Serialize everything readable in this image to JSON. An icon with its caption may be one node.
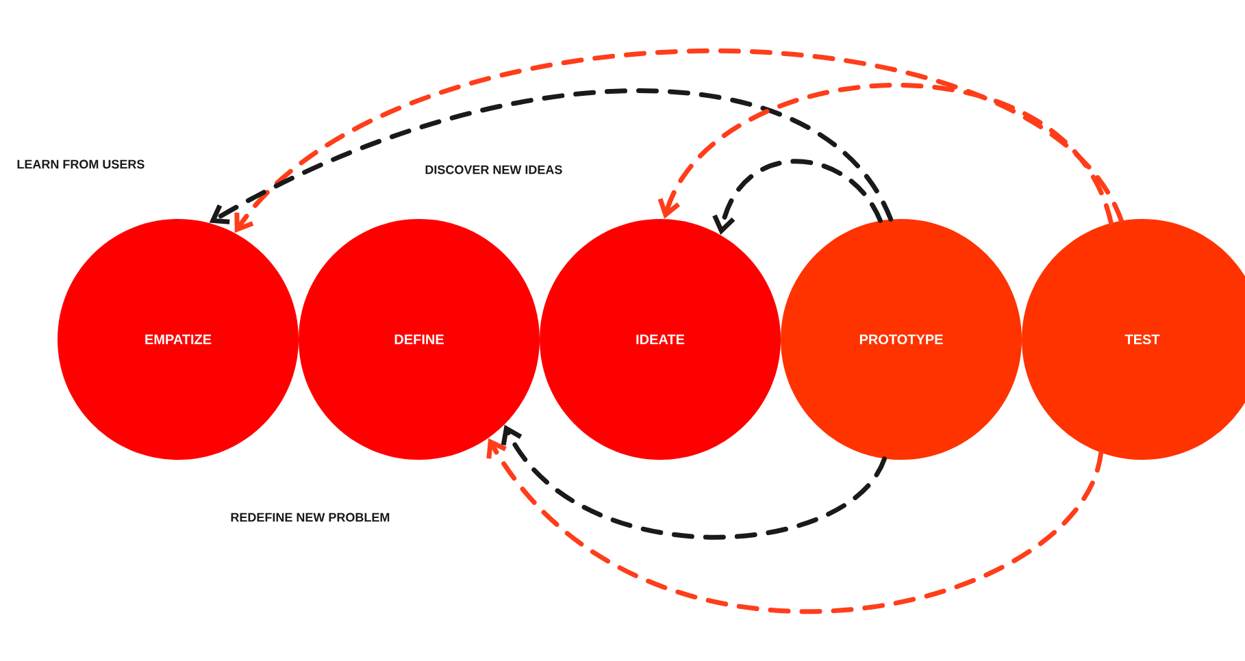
{
  "diagram": {
    "nodes": [
      {
        "text": [
          "EMPATIZE"
        ]
      },
      {
        "text": [
          "DEFINE"
        ]
      },
      {
        "text": [
          "IDEATE"
        ]
      },
      {
        "text": [
          "PROTOTYPE"
        ]
      },
      {
        "text": [
          "TEST"
        ]
      }
    ],
    "edges": [
      {
        "from": 4,
        "to": 0,
        "arrow": "to",
        "style": "dashed"
      },
      {
        "from": 3,
        "to": 0,
        "arrow": "to",
        "style": "dashed",
        "color": "#1a1a1a"
      },
      {
        "from": 4,
        "to": 2,
        "arrow": "to",
        "style": "dashed"
      },
      {
        "from": 3,
        "to": 2,
        "arrow": "to",
        "style": "dashed",
        "color": "#1a1a1a"
      },
      {
        "from": 4,
        "to": 1,
        "arrow": "to",
        "style": "dashed"
      },
      {
        "from": 3,
        "to": 1,
        "arrow": "to",
        "style": "dashed",
        "color": "#1a1a1a"
      }
    ],
    "labels": [
      "LEARN FROM USERS",
      "DISCOVER NEW IDEAS",
      "REDEFINE NEW PROBLEM"
    ]
  }
}
